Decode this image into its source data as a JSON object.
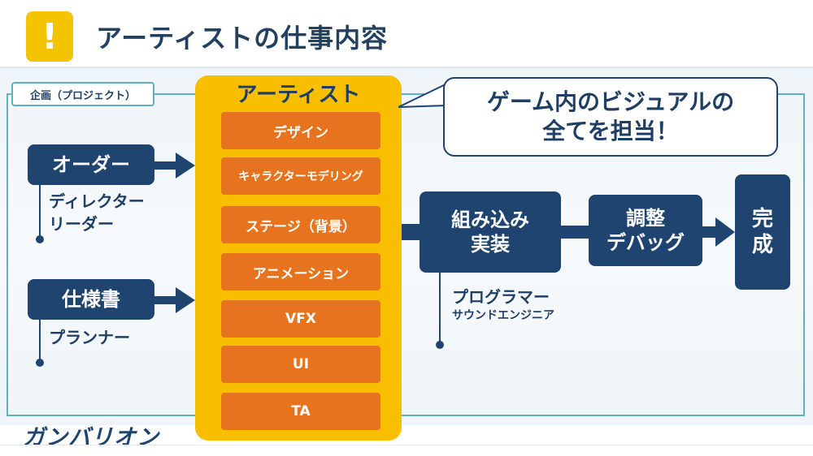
{
  "header": {
    "icon": "!",
    "title": "アーティストの仕事内容"
  },
  "project_label": "企画（プロジェクト）",
  "inputs": [
    {
      "label": "オーダー",
      "roles": [
        "ディレクター",
        "リーダー"
      ]
    },
    {
      "label": "仕様書",
      "roles": [
        "プランナー"
      ]
    }
  ],
  "artist": {
    "title": "アーティスト",
    "tasks": [
      "デザイン",
      "キャラクターモデリング",
      "ステージ（背景）",
      "アニメーション",
      "VFX",
      "UI",
      "TA"
    ]
  },
  "callout": {
    "line1": "ゲーム内のビジュアルの",
    "line2": "全てを担当！"
  },
  "integration": {
    "line1": "組み込み",
    "line2": "実装",
    "role1": "プログラマー",
    "role2": "サウンドエンジニア"
  },
  "adjust": {
    "line1": "調整",
    "line2": "デバッグ"
  },
  "complete": {
    "line1": "完",
    "line2": "成"
  },
  "logo": "ガンバリオン",
  "colors": {
    "navy": "#1f4470",
    "artist_panel": "#f9be00",
    "task_box": "#e8731e",
    "frame": "#5db2bd",
    "header_icon": "#f5c400"
  }
}
